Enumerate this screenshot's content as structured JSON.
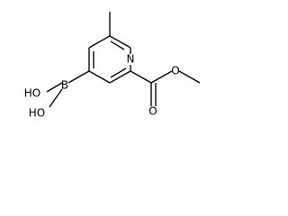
{
  "structure": {
    "atoms": {
      "nitrogen": "N",
      "boron": "B",
      "hydroxyl_top": "HO",
      "hydroxyl_bottom": "HO",
      "carbonyl_oxygen": "O",
      "ester_oxygen": "O"
    }
  },
  "colors": {
    "background": "#ffffff",
    "bond": "#000000",
    "label": "#000000"
  }
}
